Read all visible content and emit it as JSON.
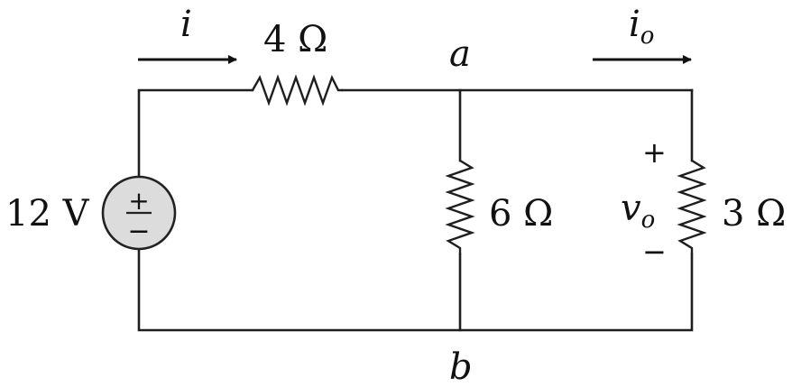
{
  "source": {
    "value": "12 V",
    "plus": "+",
    "minus": "−"
  },
  "resistors": [
    {
      "id": "r1",
      "value": "4 Ω"
    },
    {
      "id": "r2",
      "value": "6 Ω"
    },
    {
      "id": "r3",
      "value": "3 Ω"
    }
  ],
  "nodes": {
    "a": "a",
    "b": "b"
  },
  "currents": {
    "i": "i",
    "io_main": "i",
    "io_sub": "o"
  },
  "voltage": {
    "main": "v",
    "sub": "o",
    "plus": "+",
    "minus": "−"
  }
}
